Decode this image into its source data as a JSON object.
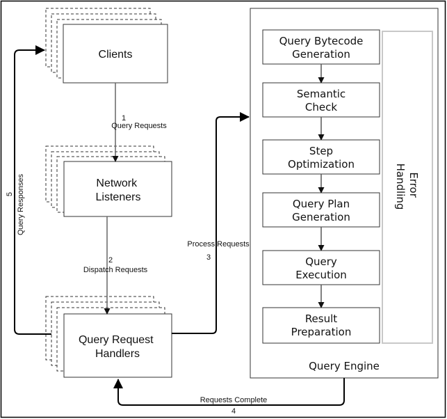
{
  "diagram": {
    "title": "Query Engine Request Flow",
    "nodes": {
      "clients": {
        "label": [
          "Clients"
        ]
      },
      "network_listeners": {
        "label": [
          "Network",
          "Listeners"
        ]
      },
      "query_request_handlers": {
        "label": [
          "Query Request",
          "Handlers"
        ]
      },
      "query_engine": {
        "label": "Query Engine",
        "steps": [
          {
            "id": "bytecode",
            "label": [
              "Query Bytecode",
              "Generation"
            ]
          },
          {
            "id": "semantic",
            "label": [
              "Semantic",
              "Check"
            ]
          },
          {
            "id": "step-opt",
            "label": [
              "Step",
              "Optimization"
            ]
          },
          {
            "id": "plan",
            "label": [
              "Query Plan",
              "Generation"
            ]
          },
          {
            "id": "exec",
            "label": [
              "Query",
              "Execution"
            ]
          },
          {
            "id": "result",
            "label": [
              "Result",
              "Preparation"
            ]
          }
        ],
        "error_handling": {
          "label": [
            "Error",
            "Handling"
          ]
        }
      }
    },
    "edges": {
      "e1": {
        "number": "1",
        "label": "Query Requests"
      },
      "e2": {
        "number": "2",
        "label": "Dispatch Requests"
      },
      "e3": {
        "number": "3",
        "label": "Process Requests"
      },
      "e4": {
        "number": "4",
        "label": "Requests Complete"
      },
      "e5": {
        "number": "5",
        "label": "Query Responses"
      }
    },
    "colors": {
      "stroke": "#333333",
      "connector_gray": "#666666",
      "error_box": "#c8c8c8",
      "text": "#111111"
    }
  }
}
